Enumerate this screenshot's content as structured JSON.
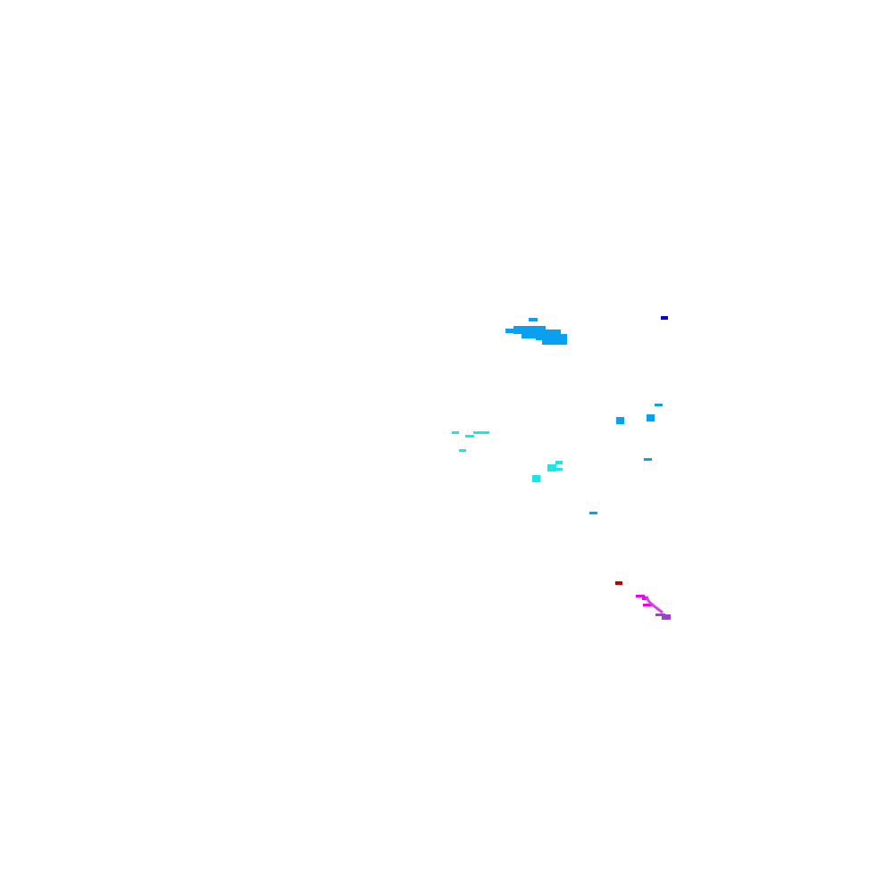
{
  "colors": {
    "background": "#ffffff",
    "deep_sky_blue": "#009cf0",
    "light_sky_blue": "#0aa0f2",
    "aqua": "#19e6e6",
    "blue": "#0000d8",
    "dark_red": "#c00000",
    "magenta": "#f000f0",
    "purple": "#a040d0"
  },
  "mark_groups": [
    {
      "name": "top-blue-cluster",
      "color_key": "deep_sky_blue"
    },
    {
      "name": "upper-right-blue-mark",
      "color_key": "blue"
    },
    {
      "name": "middle-right-blue-marks",
      "color_key": "light_sky_blue"
    },
    {
      "name": "middle-cyan-cluster",
      "color_key": "aqua"
    },
    {
      "name": "lower-blue-mark",
      "color_key": "deep_sky_blue"
    },
    {
      "name": "red-mark",
      "color_key": "dark_red"
    },
    {
      "name": "magenta-trail",
      "color_key": "magenta"
    },
    {
      "name": "purple-trail-end",
      "color_key": "purple"
    }
  ]
}
